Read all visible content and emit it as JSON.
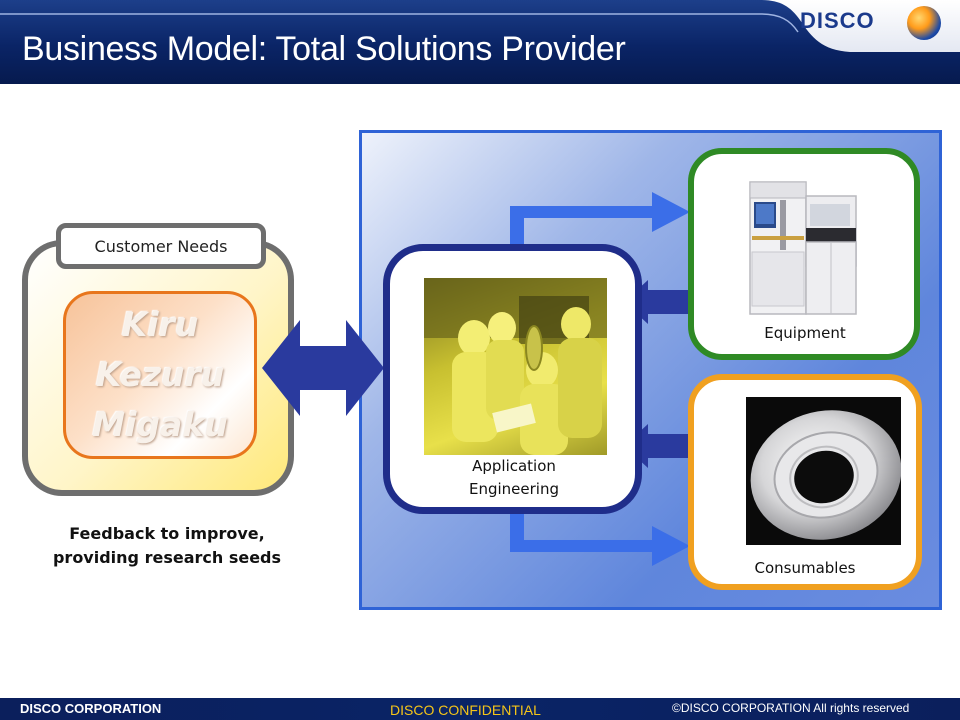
{
  "slide": {
    "title": "Business Model: Total Solutions Provider",
    "logo_text": "DISCO"
  },
  "customer": {
    "needs_label": "Customer Needs",
    "words": [
      "Kiru",
      "Kezuru",
      "Migaku"
    ],
    "feedback_line1": "Feedback to improve,",
    "feedback_line2": "providing research seeds"
  },
  "solutions": {
    "application_line1": "Application",
    "application_line2": "Engineering",
    "equipment_label": "Equipment",
    "consumables_label": "Consumables"
  },
  "footer": {
    "company": "DISCO CORPORATION",
    "confidential": "DISCO CONFIDENTIAL",
    "copyright": "©DISCO CORPORATION   All rights reserved"
  },
  "colors": {
    "header_navy": "#0a2466",
    "panel_blue": "#5f86dc",
    "arrow_blue": "#3b6ee8",
    "arrow_navy": "#2a3a9e",
    "equipment_border": "#2f8a25",
    "consumables_border": "#f0a020",
    "customer_inner_border": "#e8761c",
    "confidential_text": "#f5c518"
  },
  "icons": [
    "disco-logo-ball-icon",
    "double-headed-arrow-icon",
    "right-arrow-icon",
    "left-arrow-icon"
  ]
}
